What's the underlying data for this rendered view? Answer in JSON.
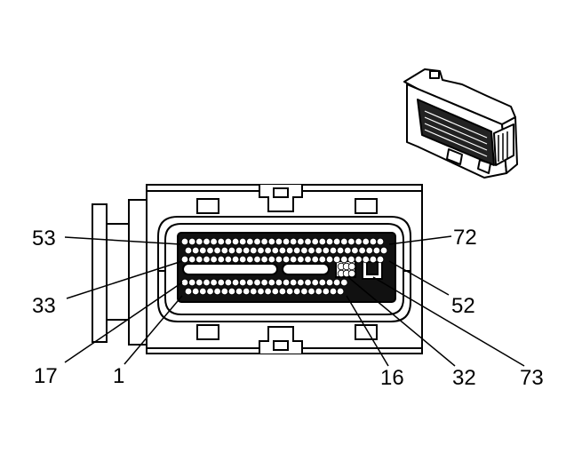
{
  "diagram": {
    "pin_labels": {
      "p53": "53",
      "p72": "72",
      "p33": "33",
      "p52": "52",
      "p17": "17",
      "p1": "1",
      "p16": "16",
      "p32": "32",
      "p73": "73"
    },
    "colors": {
      "line": "#000000",
      "background": "#ffffff",
      "body": "#ffffff"
    }
  }
}
